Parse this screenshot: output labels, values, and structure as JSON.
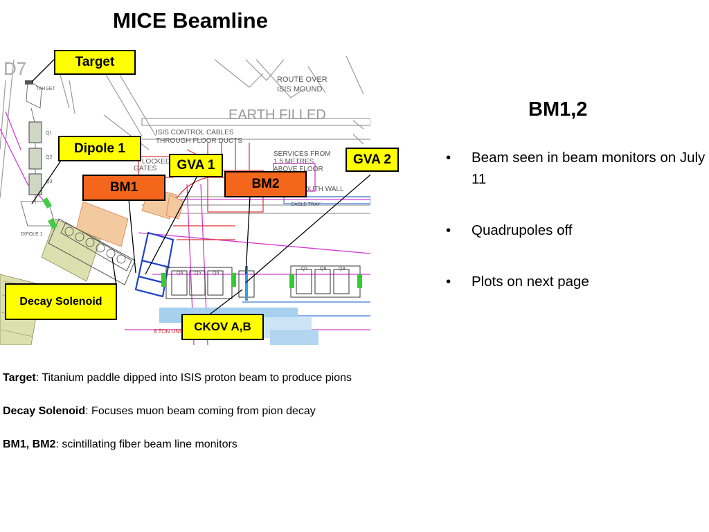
{
  "title": "MICE Beamline",
  "diagram": {
    "drawing_labels": {
      "target_small": "TARGET",
      "d7": "D7",
      "q1": "Q1",
      "q2": "Q2",
      "q3": "Q3",
      "dipole1_small": "DIPOLE 1",
      "route_over": "ROUTE OVER",
      "isis_mound": "ISIS MOUND",
      "earth_filled": "EARTH FILLED",
      "isis_control": "ISIS CONTROL CABLES",
      "through_floor": "THROUGH FLOOR DUCTS",
      "services_from": "SERVICES FROM",
      "metres": "1.5 METRES",
      "above_floor": "ABOVE FLOOR",
      "locked": "LOCKED",
      "gates": "GATES",
      "south_wall": "SOUTH WALL",
      "cable_tray": "CABLE TRAY",
      "q4": "Q4",
      "q5": "Q5",
      "q6": "Q6",
      "q7": "Q7",
      "q8": "Q8",
      "q9": "Q9",
      "ton": "8 TON UNI"
    },
    "callouts": {
      "target": "Target",
      "dipole1": "Dipole 1",
      "gva1": "GVA 1",
      "bm1": "BM1",
      "bm2": "BM2",
      "gva2": "GVA 2",
      "decay_solenoid": "Decay Solenoid",
      "ckov": "CKOV A,B"
    },
    "colors": {
      "callout_yellow": "#ffff00",
      "callout_orange": "#f4661b"
    }
  },
  "side": {
    "title": "BM1,2",
    "bullets": [
      "Beam seen in beam monitors on July 11",
      "Quadrupoles off",
      "Plots on next page"
    ]
  },
  "definitions": [
    {
      "term": "Target",
      "text": ":  Titanium paddle dipped into ISIS proton beam to produce pions"
    },
    {
      "term": "Decay Solenoid",
      "text": ":  Focuses muon beam coming from pion decay"
    },
    {
      "term": "BM1, BM2",
      "text": ":  scintillating fiber beam line monitors"
    }
  ]
}
